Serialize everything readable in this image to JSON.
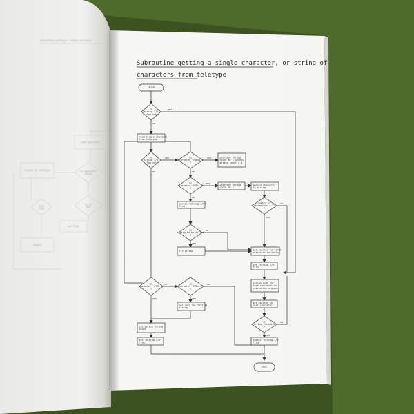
{
  "title_lines": [
    "Subroutine getting a single character, or string of",
    "characters from teletype"
  ],
  "start_label": "ENTER",
  "end_label": "EXIT",
  "edge_labels": {
    "yes": "yes",
    "no": "no"
  },
  "diamonds": {
    "d1": [
      "is",
      "\"string I/O\"",
      "flag set"
    ],
    "d2": [
      "is",
      "\"string I/O\"",
      "flag set"
    ],
    "d3": [
      "is",
      "character \"rubout\"",
      "?"
    ],
    "d4": [
      "is",
      "character \"CTRL Z\"",
      "?"
    ],
    "d5": [
      "number of",
      "characters > 72",
      "?"
    ],
    "d6": [
      "is",
      "string to be filled",
      "?"
    ],
    "d7": [
      "is",
      "character \"CTRL Z\"",
      "?"
    ],
    "d8": [
      "is",
      "character \"CTRL Z\"",
      "?"
    ],
    "d9": [
      "is",
      "string finished",
      "?"
    ]
  },
  "boxes": {
    "read": [
      "read single character",
      "from teletype"
    ],
    "decrease": [
      "decrease string",
      "count by 1 unless",
      "string count = 0"
    ],
    "increase": [
      "increase string",
      "count by 1"
    ],
    "append": [
      "append character",
      "to string"
    ],
    "cancel1": [
      "cancel \"string I/O\"",
      "flag"
    ],
    "fit": [
      "fit string"
    ],
    "setptr_first": [
      "set pointer to first",
      "character in string"
    ],
    "setflag1": [
      "set \"string I/O\"",
      "flag"
    ],
    "getdata": [
      "get data for fitting",
      "string"
    ],
    "assign": [
      "assign code for",
      "each character to",
      "subroutine argument"
    ],
    "setptr_next": [
      "set pointer to",
      "next character"
    ],
    "init": [
      "initialize string",
      "count"
    ],
    "setflag2": [
      "set \"string I/O\"",
      "flag"
    ],
    "cancel2": [
      "cancel \"string I/O\"",
      "flag"
    ]
  },
  "left_page": {
    "header": "subroutine getting a single character",
    "boxes": [
      [
        "read character"
      ],
      [
        "output to teletype"
      ],
      [
        "set flag"
      ],
      [
        "return"
      ]
    ],
    "diamonds": [
      [
        "is character",
        "valid"
      ],
      [
        "is it",
        "end"
      ],
      [
        "test",
        "flag"
      ]
    ]
  }
}
